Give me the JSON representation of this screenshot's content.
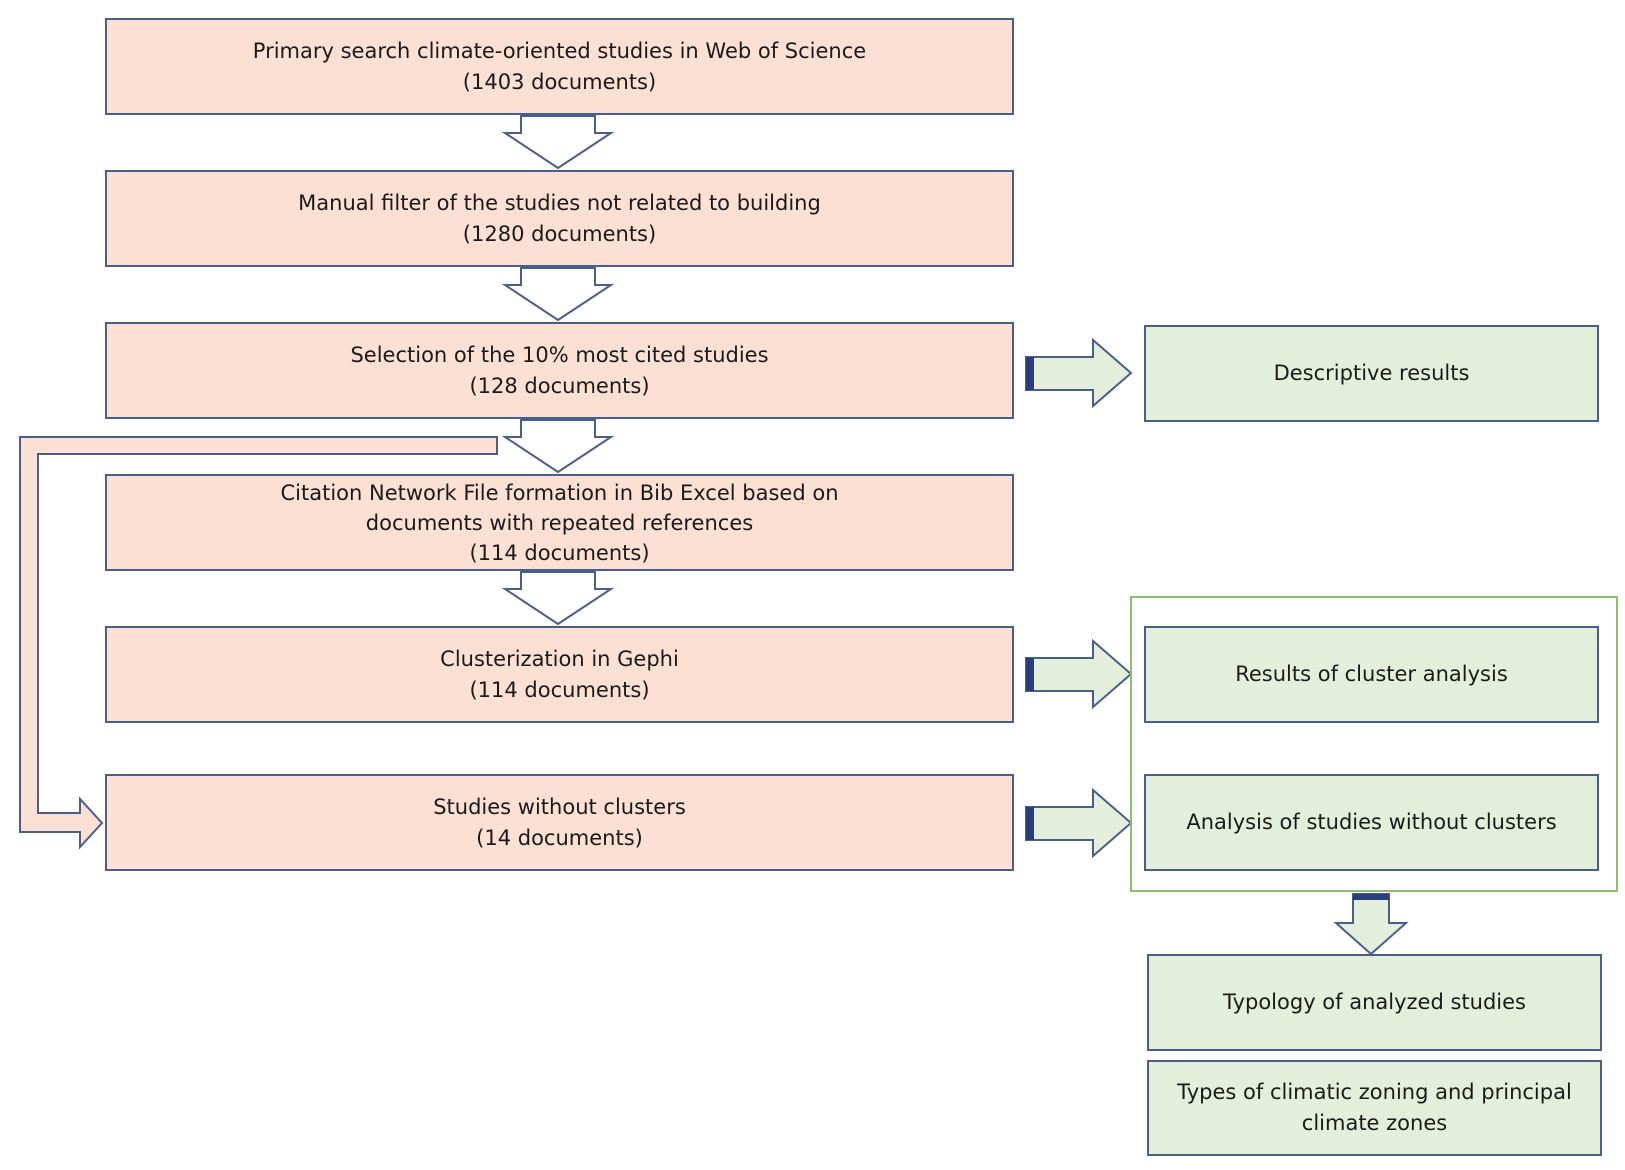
{
  "colors": {
    "process_fill": "#fbe0d3",
    "result_fill": "#e3efdb",
    "outline": "#4a5e8c",
    "group_outline": "#8cc06a",
    "arrow_handle": "#2c3e7a"
  },
  "steps": [
    {
      "title": "Primary search climate-oriented studies in Web of Science",
      "count": "(1403 documents)"
    },
    {
      "title": "Manual filter of the studies not related to building",
      "count": "(1280 documents)"
    },
    {
      "title": "Selection of the 10% most cited studies",
      "count": "(128 documents)"
    },
    {
      "title_line1": "Citation Network File formation in Bib Excel based on",
      "title_line2": "documents with repeated references",
      "count": "(114 documents)"
    },
    {
      "title": "Clusterization in Gephi",
      "count": "(114 documents)"
    },
    {
      "title": "Studies without clusters",
      "count": "(14 documents)"
    }
  ],
  "results": {
    "descriptive": "Descriptive results",
    "cluster_analysis": "Results of cluster analysis",
    "without_clusters": "Analysis of studies without clusters",
    "typology": "Typology of analyzed studies",
    "zoning_line1": "Types of climatic zoning and principal",
    "zoning_line2": "climate zones"
  }
}
